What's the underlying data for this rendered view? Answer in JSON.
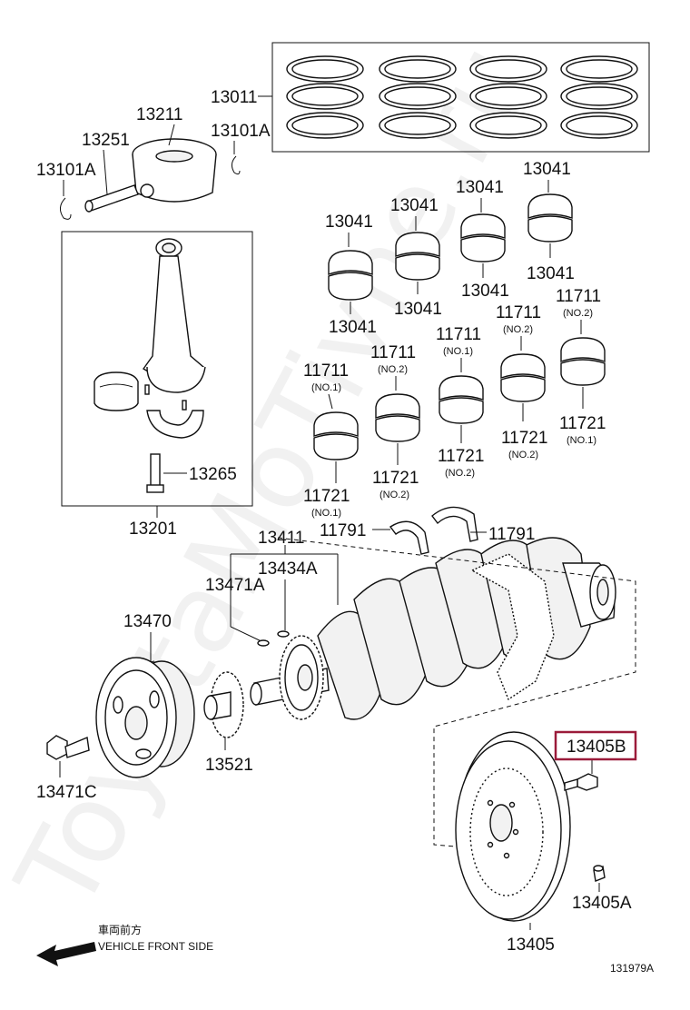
{
  "watermark": "ToyotaMoTivne.ru",
  "diagram_id": "131979A",
  "direction": {
    "label_jp": "車両前方",
    "label_en": "VEHICLE FRONT SIDE"
  },
  "callouts": {
    "c13011": "13011",
    "c13211": "13211",
    "c13251": "13251",
    "c13101a_left": "13101A",
    "c13101a_right": "13101A",
    "c13265": "13265",
    "c13201": "13201",
    "b1_top": "13041",
    "b1_bot": "13041",
    "b2_top": "13041",
    "b2_bot": "13041",
    "b3_top": "13041",
    "b3_bot": "13041",
    "b4_top": "13041",
    "b4_bot": "13041",
    "m1_top": "11711",
    "m1_top_no": "(NO.1)",
    "m1_bot": "11721",
    "m1_bot_no": "(NO.1)",
    "m2_top": "11711",
    "m2_top_no": "(NO.2)",
    "m2_bot": "11721",
    "m2_bot_no": "(NO.2)",
    "m3_top": "11711",
    "m3_top_no": "(NO.1)",
    "m3_bot": "11721",
    "m3_bot_no": "(NO.2)",
    "m4_top": "11711",
    "m4_top_no": "(NO.2)",
    "m4_bot": "11721",
    "m4_bot_no": "(NO.2)",
    "m5_top": "11711",
    "m5_top_no": "(NO.2)",
    "m5_bot": "11721",
    "m5_bot_no": "(NO.1)",
    "tw_left": "11791",
    "tw_right": "11791",
    "c13411": "13411",
    "c13434a": "13434A",
    "c13471a": "13471A",
    "c13470": "13470",
    "c13521": "13521",
    "c13471c": "13471C",
    "c13405b": "13405B",
    "c13405a": "13405A",
    "c13405": "13405"
  },
  "highlight_color": "#9b1b3a"
}
